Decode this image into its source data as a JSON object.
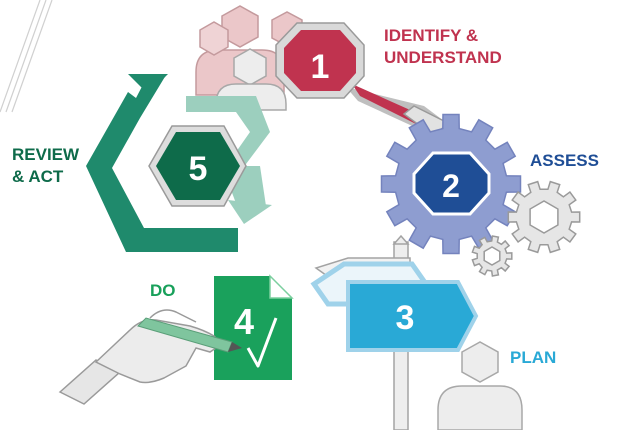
{
  "steps": [
    {
      "number": "1",
      "label_lines": [
        "IDENTIFY &",
        "UNDERSTAND"
      ],
      "color": "#c0334f"
    },
    {
      "number": "2",
      "label_lines": [
        "ASSESS"
      ],
      "color": "#1f4e96"
    },
    {
      "number": "3",
      "label_lines": [
        "PLAN"
      ],
      "color": "#29a9d6"
    },
    {
      "number": "4",
      "label_lines": [
        "DO"
      ],
      "color": "#18a05a"
    },
    {
      "number": "5",
      "label_lines": [
        "REVIEW",
        "& ACT"
      ],
      "color": "#0e6b4a"
    }
  ],
  "icons": {
    "step1": "magnifier-icon",
    "step2": "gear-icon",
    "step3": "signpost-icon",
    "step4": "checklist-icon",
    "step5": "cycle-arrows-icon"
  },
  "palette": {
    "gray_light": "#e2e2e2",
    "gray_stroke": "#9a9a9a",
    "pink_light": "#ebc7c9",
    "gear_light": "#8e9dd0",
    "teal_light": "#9ccfbe"
  }
}
